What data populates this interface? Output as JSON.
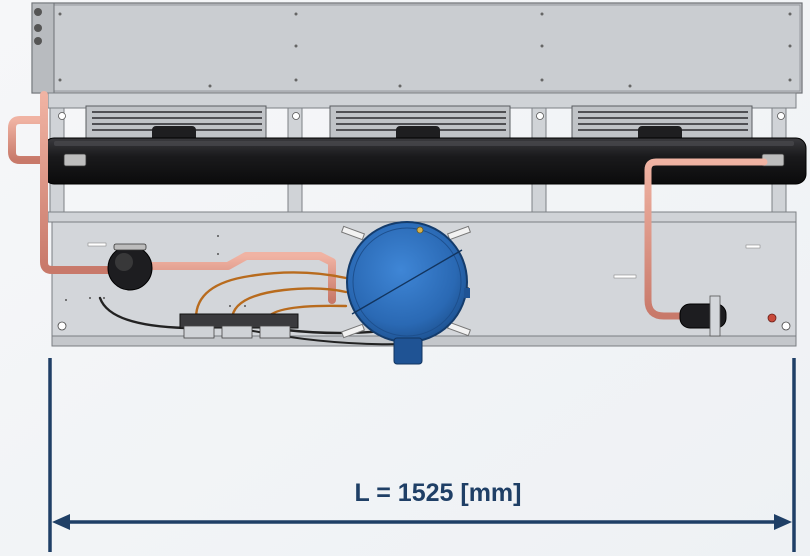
{
  "drawing": {
    "dimension_label": "L = 1525 [mm]",
    "colors": {
      "frame": "#c9ccd0",
      "panel": "#d3d6da",
      "header": "#1b1b1d",
      "copper": "#d98f7c",
      "compressor": "#2e72c0",
      "dimension": "#1f3f66",
      "fan_shroud": "#c0c3c7"
    },
    "fan_count": 3,
    "components": [
      "condenser-panel",
      "fan",
      "header-pipe",
      "compressor",
      "receiver",
      "filter-drier",
      "copper-piping",
      "control-block"
    ]
  }
}
